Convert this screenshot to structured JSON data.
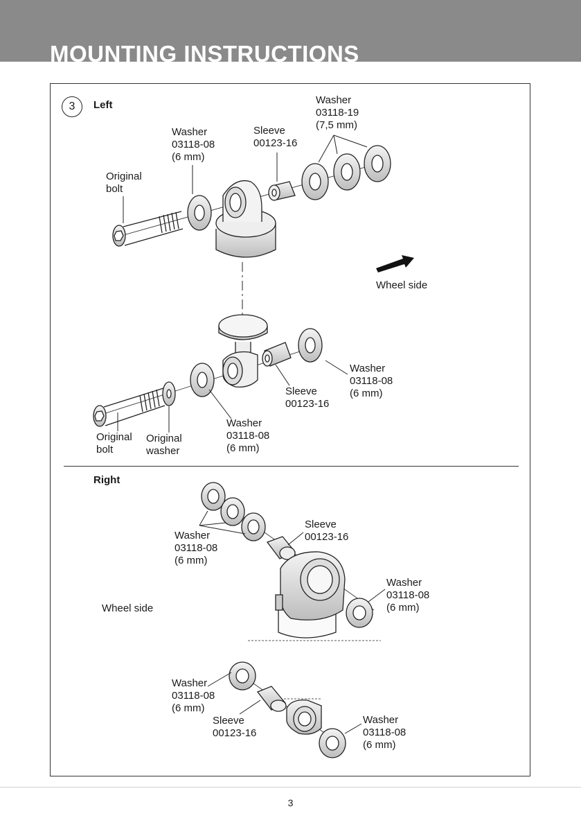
{
  "header": {
    "title": "MOUNTING INSTRUCTIONS"
  },
  "step": {
    "number": "3"
  },
  "left": {
    "heading": "Left",
    "top": {
      "washer_75": {
        "title": "Washer",
        "part": "03118-19",
        "size": "(7,5 mm)"
      },
      "washer_6": {
        "title": "Washer",
        "part": "03118-08",
        "size": "(6 mm)"
      },
      "sleeve": {
        "title": "Sleeve",
        "part": "00123-16"
      },
      "bolt": {
        "line1": "Original",
        "line2": "bolt"
      },
      "wheel_side": "Wheel side"
    },
    "bottom": {
      "washer_right": {
        "title": "Washer",
        "part": "03118-08",
        "size": "(6 mm)"
      },
      "sleeve": {
        "title": "Sleeve",
        "part": "00123-16"
      },
      "washer_left": {
        "title": "Washer",
        "part": "03118-08",
        "size": "(6 mm)"
      },
      "bolt": {
        "line1": "Original",
        "line2": "bolt"
      },
      "orig_washer": {
        "line1": "Original",
        "line2": "washer"
      }
    }
  },
  "right": {
    "heading": "Right",
    "top": {
      "washers": {
        "title": "Washer",
        "part": "03118-08",
        "size": "(6 mm)"
      },
      "sleeve": {
        "title": "Sleeve",
        "part": "00123-16"
      },
      "washer_right": {
        "title": "Washer",
        "part": "03118-08",
        "size": "(6 mm)"
      },
      "wheel_side": "Wheel side"
    },
    "bottom": {
      "washer_left": {
        "title": "Washer",
        "part": "03118-08",
        "size": "(6 mm)"
      },
      "sleeve": {
        "title": "Sleeve",
        "part": "00123-16"
      },
      "washer_right": {
        "title": "Washer",
        "part": "03118-08",
        "size": "(6 mm)"
      }
    }
  },
  "footer": {
    "page_number": "3"
  }
}
